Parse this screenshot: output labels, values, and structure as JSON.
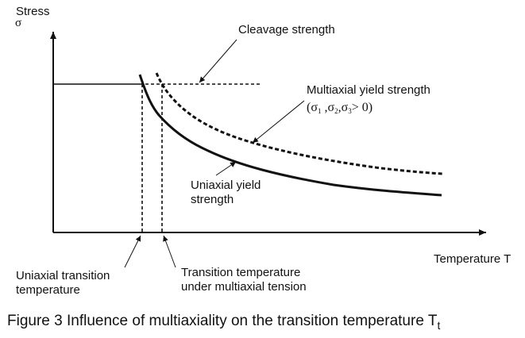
{
  "axes": {
    "y_label": "Stress",
    "y_symbol": "σ",
    "x_label": "Temperature T"
  },
  "labels": {
    "cleavage": "Cleavage strength",
    "multiaxial_line1": "Multiaxial yield strength",
    "multiaxial_cond": {
      "open": "(σ",
      "s1": "1",
      "sep1": " ,σ",
      "s2": "2",
      "sep2": ",σ",
      "s3": "3",
      "close": "> 0)"
    },
    "uniaxial_yield_line1": "Uniaxial yield",
    "uniaxial_yield_line2": "strength",
    "uniaxial_transition_line1": "Uniaxial transition",
    "uniaxial_transition_line2": "temperature",
    "multiaxial_transition_line1": "Transition temperature",
    "multiaxial_transition_line2": "under multiaxial tension"
  },
  "caption": {
    "text": "Figure 3  Influence of multiaxiality on the transition temperature T",
    "subscript": "t"
  }
}
